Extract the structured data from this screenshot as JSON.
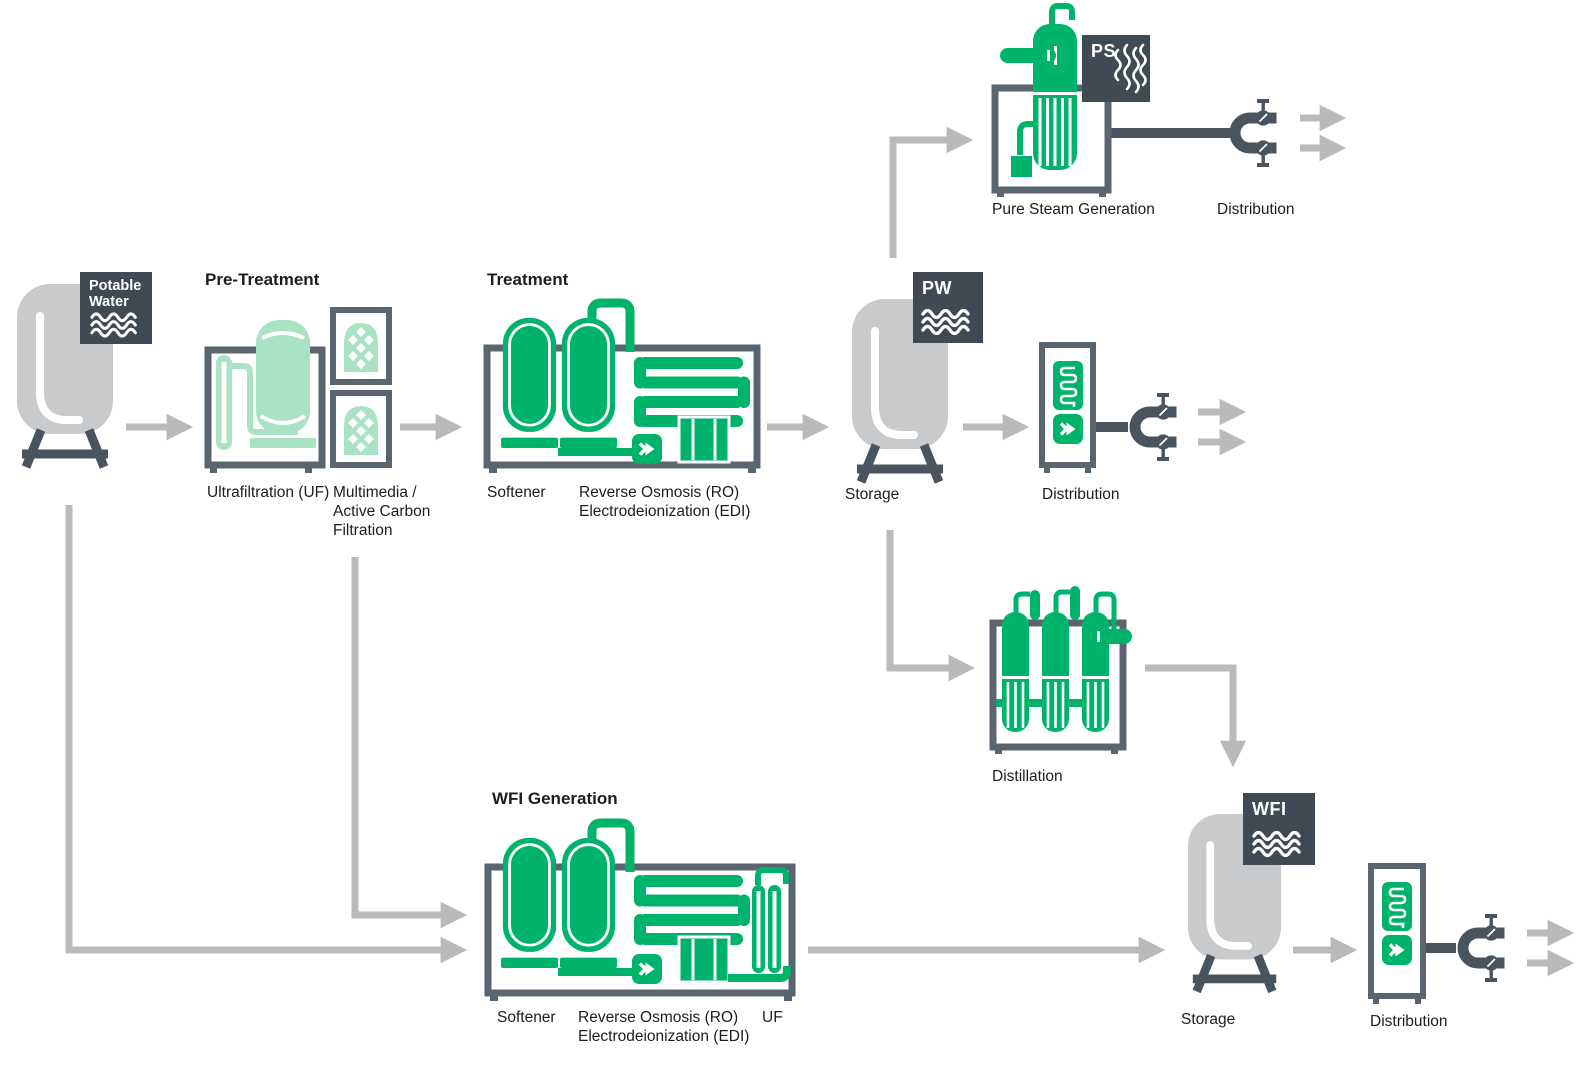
{
  "palette": {
    "green": "#00b36b",
    "green_light": "#a9e3c3",
    "slate": "#3f4a54",
    "frame": "#5b6570",
    "pipe": "#4a545e",
    "tank_gray": "#c9cacb",
    "arrow_gray": "#b9babb",
    "text": "#1d1d1b",
    "background": "#ffffff"
  },
  "badges": {
    "potable_water": "Potable\nWater",
    "pw": "PW",
    "ps": "PS",
    "wfi": "WFI"
  },
  "sections": {
    "pre_treatment": {
      "title": "Pre-Treatment",
      "ultrafiltration": "Ultrafiltration (UF)",
      "multimedia": "Multimedia /\nActive Carbon\nFiltration"
    },
    "treatment": {
      "title": "Treatment",
      "softener": "Softener",
      "ro_edi": "Reverse Osmosis (RO)\nElectrodeionization (EDI)"
    },
    "pure_steam": {
      "generation": "Pure Steam Generation",
      "distribution": "Distribution"
    },
    "purified_water": {
      "storage": "Storage",
      "distribution": "Distribution"
    },
    "distillation": {
      "label": "Distillation"
    },
    "wfi_generation": {
      "title": "WFI Generation",
      "softener": "Softener",
      "ro_edi": "Reverse Osmosis (RO)\nElectrodeionization (EDI)",
      "uf": "UF"
    },
    "wfi": {
      "storage": "Storage",
      "distribution": "Distribution"
    }
  }
}
